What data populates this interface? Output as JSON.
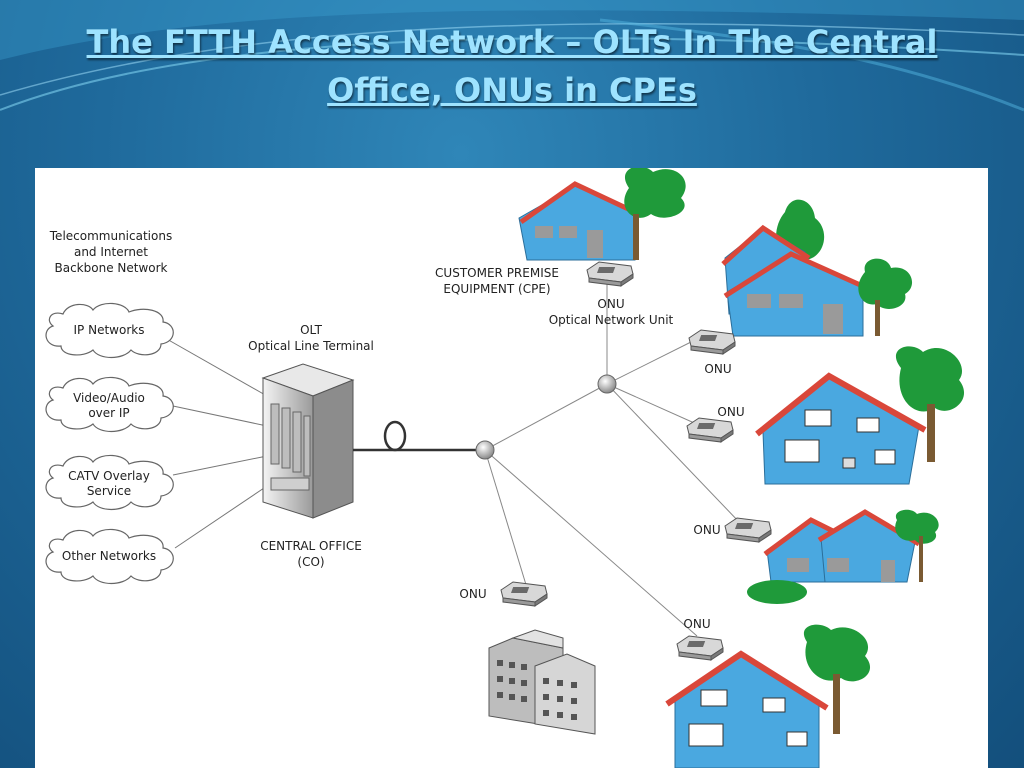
{
  "slide": {
    "title_line1": "The FTTH Access Network – OLTs In The Central",
    "title_line2": "Office, ONUs in CPEs",
    "title_color": "#9ee3ff"
  },
  "diagram": {
    "backbone_label": [
      "Telecommunications",
      "and Internet",
      "Backbone Network"
    ],
    "clouds": [
      {
        "lines": [
          "IP Networks"
        ]
      },
      {
        "lines": [
          "Video/Audio",
          "over IP"
        ]
      },
      {
        "lines": [
          "CATV Overlay",
          "Service"
        ]
      },
      {
        "lines": [
          "Other Networks"
        ]
      }
    ],
    "olt_label": [
      "OLT",
      "Optical Line Terminal"
    ],
    "co_label": [
      "CENTRAL OFFICE",
      "(CO)"
    ],
    "cpe_label": [
      "CUSTOMER PREMISE",
      "EQUIPMENT (CPE)"
    ],
    "onu_top_label": [
      "ONU",
      "Optical Network Unit"
    ],
    "onu_labels": [
      "ONU",
      "ONU",
      "ONU",
      "ONU",
      "ONU"
    ],
    "colors": {
      "house_wall": "#4aa8e0",
      "roof": "#d9473a",
      "tree": "#1f9a3a",
      "trunk": "#7a5a32"
    }
  }
}
